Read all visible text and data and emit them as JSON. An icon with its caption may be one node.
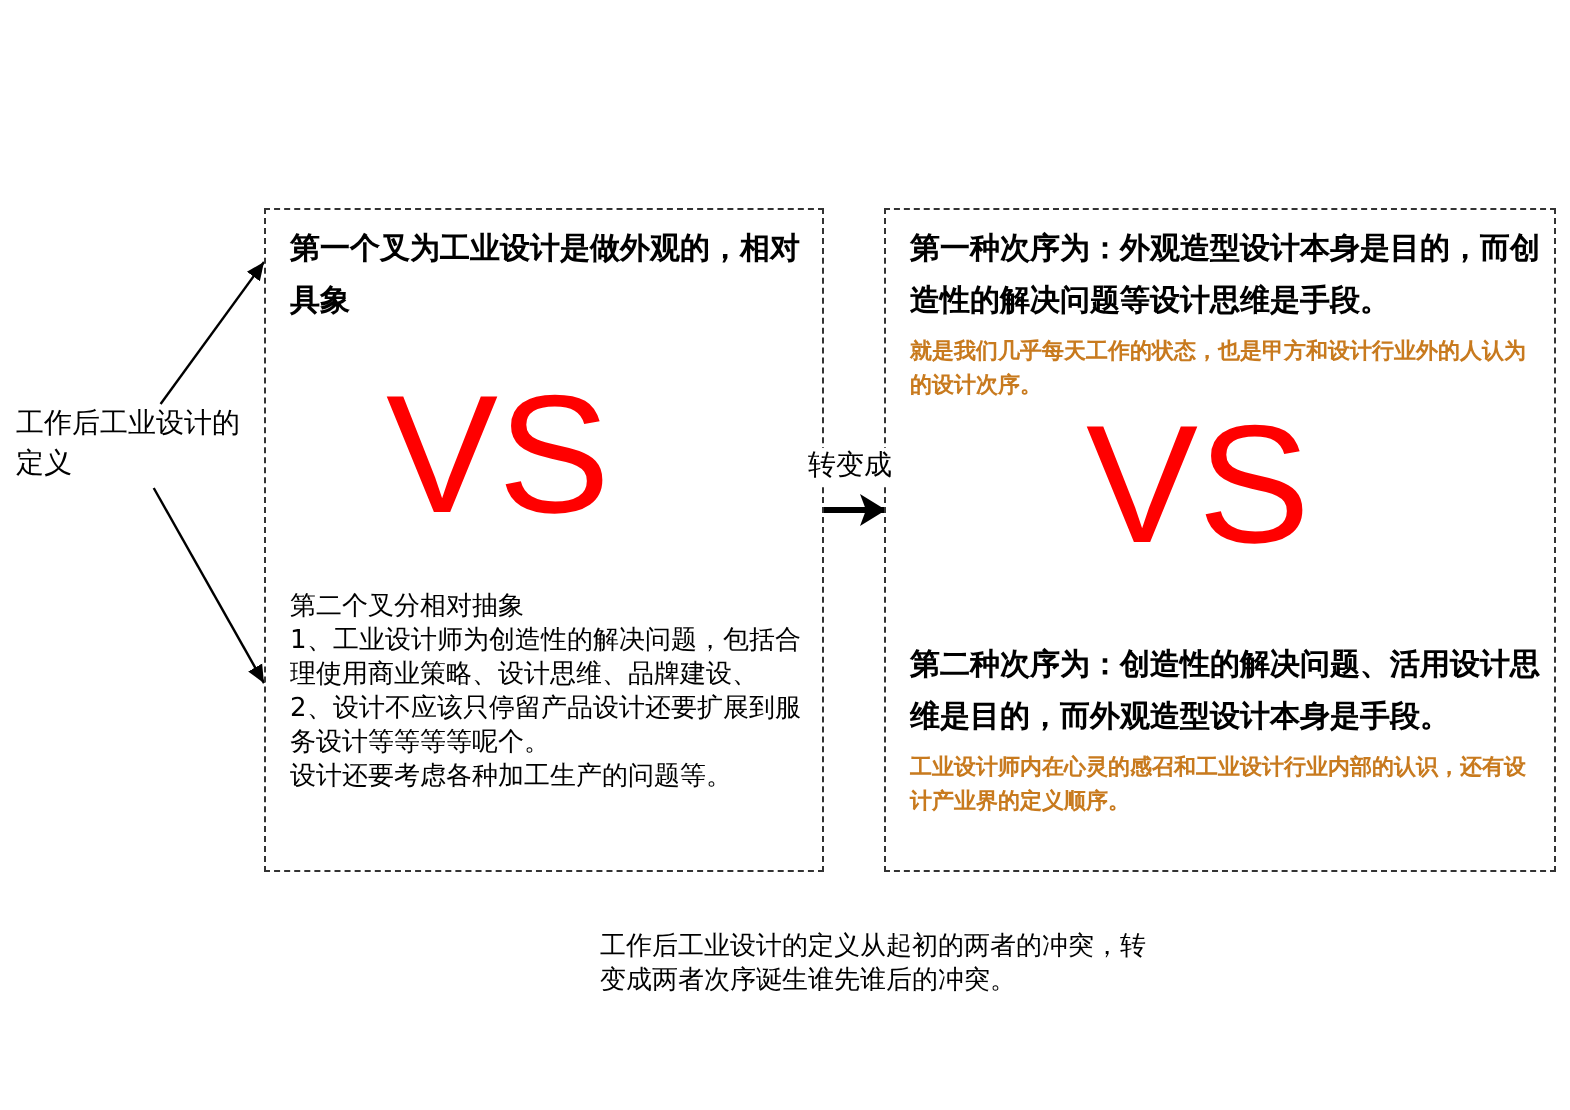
{
  "diagram": {
    "caption": "工作后工业设计的定义从起初的两者的冲突，转变成两者次序诞生谁先谁后的冲突。",
    "nodes": [
      {
        "text": [
          "工作后工业设计的定义"
        ]
      },
      {
        "text": [],
        "shape": "box"
      },
      {
        "text": [
          "第一个叉为工业设计是做外观的，相对具象"
        ],
        "in": 1
      },
      {
        "text": [
          "第二个叉分相对抽象",
          "1、工业设计师为创造性的解决问题，包括合理使用商业策略、设计思维、品牌建设、",
          "2、设计不应该只停留产品设计还要扩展到服务设计等等等等呢个。",
          "设计还要考虑各种加工生产的问题等。"
        ],
        "in": 1
      },
      {
        "text": [],
        "shape": "box"
      },
      {
        "text": [
          "第一种次序为：外观造型设计本身是目的，而创造性的解决问题等设计思维是手段。",
          "就是我们几乎每天工作的状态，也是甲方和设计行业外的人认为的设计次序。"
        ],
        "in": 4
      },
      {
        "text": [
          "第二种次序为：创造性的解决问题、活用设计思维是目的，而外观造型设计本身是手段。",
          "工业设计师内在心灵的感召和工业设计行业内部的认识，还有设计产业界的定义顺序。"
        ],
        "in": 4
      }
    ],
    "edges": [
      {
        "from": 0,
        "to": 2,
        "arrow": "to"
      },
      {
        "from": 0,
        "to": 3,
        "arrow": "to"
      },
      {
        "from": 1,
        "to": 4,
        "arrow": "to",
        "label": "转变成",
        "style": "thick"
      }
    ],
    "labels": [
      "VS",
      "VS"
    ]
  }
}
